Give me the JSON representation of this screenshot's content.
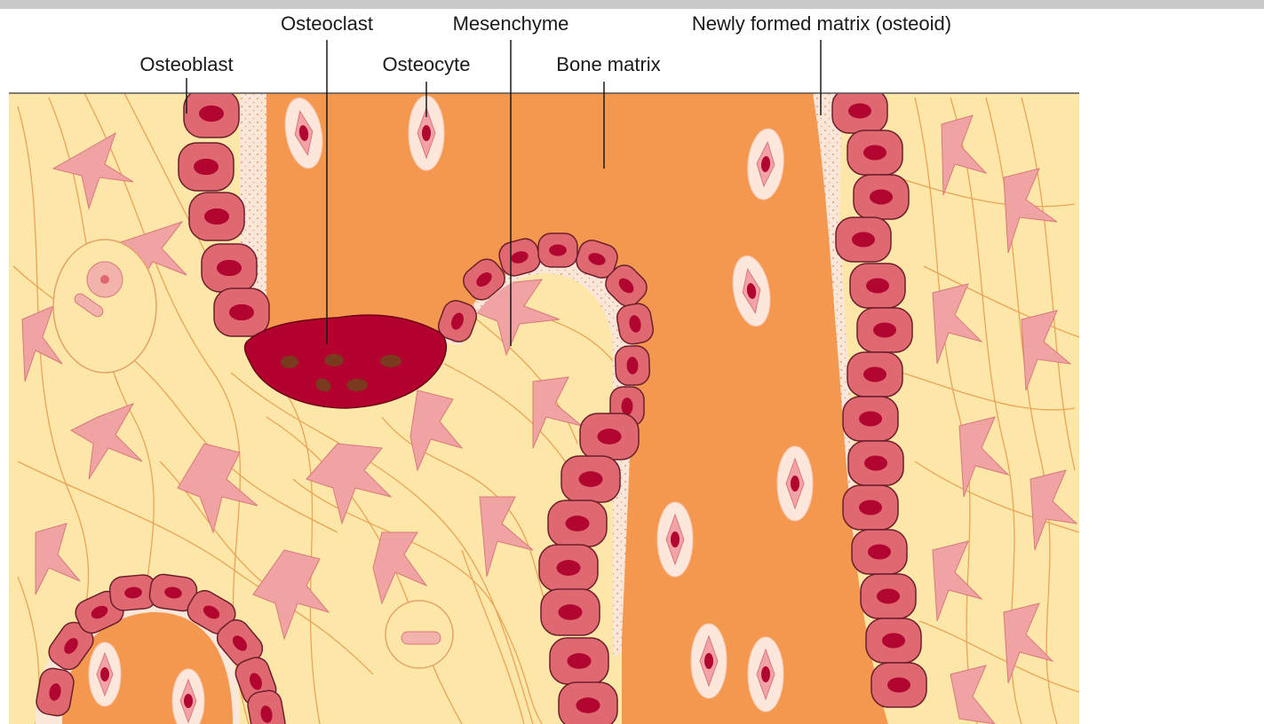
{
  "labels": {
    "osteoblast": "Osteoblast",
    "osteoclast": "Osteoclast",
    "osteocyte": "Osteocyte",
    "mesenchyme": "Mesenchyme",
    "bone_matrix": "Bone matrix",
    "osteoid": "Newly formed matrix (osteoid)"
  },
  "colors": {
    "mesenchyme_bg": "#fde7a8",
    "bone_matrix": "#f5984f",
    "osteoid": "#fbe6da",
    "osteoblast_fill": "#e06870",
    "osteoblast_outline": "#6b1f2a",
    "nucleus": "#b0062f",
    "osteoclast": "#b3002f",
    "osteoclast_nuclei": "#7a3a1d",
    "fibroblast": "#f0a3a3",
    "fiber": "#e8a45a",
    "lacuna": "#fde6dc"
  }
}
